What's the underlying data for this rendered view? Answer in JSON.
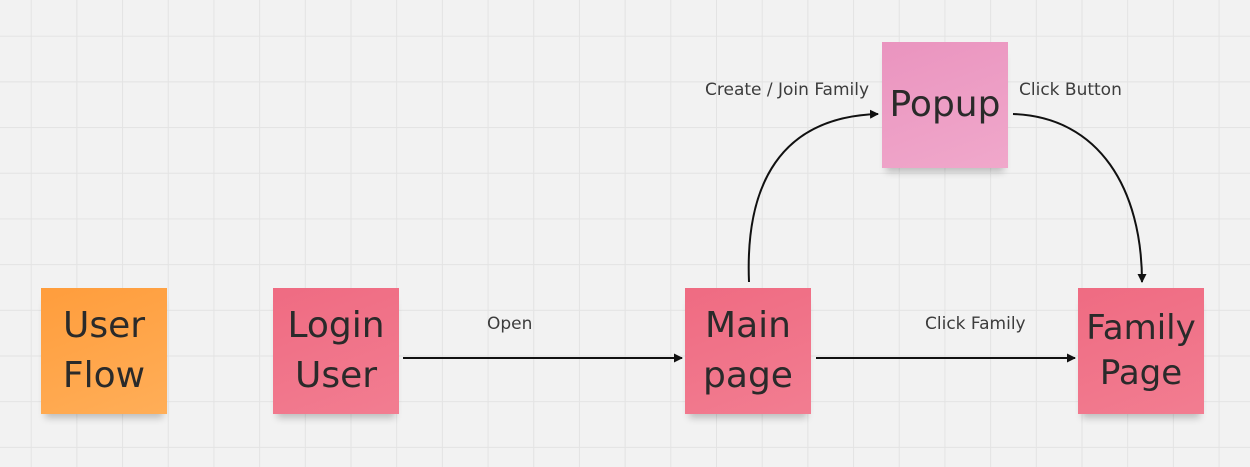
{
  "board": {
    "notes": {
      "user_flow": {
        "line1": "User",
        "line2": "Flow",
        "color": "#ffa54a"
      },
      "login_user": {
        "line1": "Login",
        "line2": "User",
        "color": "#f0758a"
      },
      "main_page": {
        "line1": "Main",
        "line2": "page",
        "color": "#f0758a"
      },
      "popup": {
        "line1": "Popup",
        "color": "#eea0c5"
      },
      "family_page": {
        "line1": "Family",
        "line2": "Page",
        "color": "#f0758a"
      }
    },
    "connector_labels": {
      "open": "Open",
      "create_join": "Create / Join Family",
      "click_button": "Click Button",
      "click_family": "Click Family"
    }
  }
}
